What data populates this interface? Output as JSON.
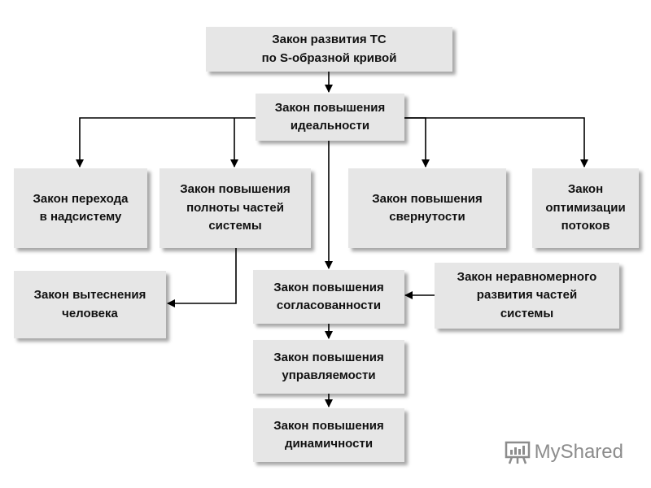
{
  "diagram": {
    "nodes": {
      "s_curve": "Закон развития ТС\nпо S-образной кривой",
      "ideality": "Закон повышения\nидеальности",
      "supersystem": "Закон перехода\nв надсистему",
      "completeness": "Закон повышения\nполноты частей\nсистемы",
      "convolution": "Закон повышения\nсвернутости",
      "flows": "Закон\nоптимизации\nпотоков",
      "displacement": "Закон вытеснения\nчеловека",
      "coordination": "Закон повышения\nсогласованности",
      "uneven": "Закон неравномерного\nразвития частей\nсистемы",
      "controllability": "Закон повышения\nуправляемости",
      "dynamism": "Закон повышения\nдинамичности"
    },
    "edges": [
      [
        "s_curve",
        "ideality"
      ],
      [
        "ideality",
        "supersystem"
      ],
      [
        "ideality",
        "completeness"
      ],
      [
        "ideality",
        "convolution"
      ],
      [
        "ideality",
        "flows"
      ],
      [
        "ideality",
        "coordination"
      ],
      [
        "completeness",
        "displacement"
      ],
      [
        "uneven",
        "coordination"
      ],
      [
        "coordination",
        "controllability"
      ],
      [
        "controllability",
        "dynamism"
      ]
    ]
  },
  "watermark": {
    "logo": "MyShared",
    "icon": "presentation-board-icon"
  },
  "colors": {
    "box_fill": "#e6e6e6",
    "text": "#111111",
    "arrow": "#000000",
    "watermark": "#8c8c8c"
  }
}
